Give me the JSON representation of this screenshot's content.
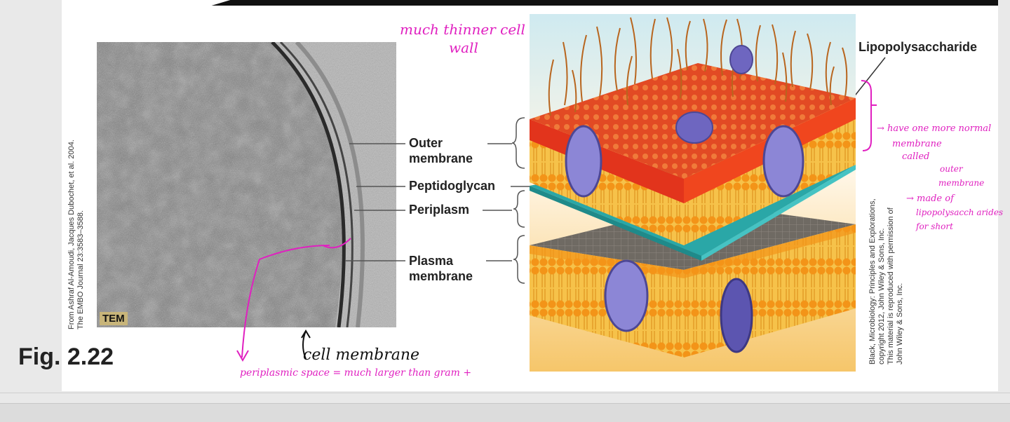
{
  "figure": {
    "fig_label": "Fig. 2.22",
    "tem_badge": "TEM",
    "credit_left_line1": "From Ashraf Al-Amoudi, Jacques Dubochet, et al. 2004.",
    "credit_left_line2": "The EMBO Journal 23:3583–3588.",
    "credit_right_line1": "Black, Microbiology: Principles and Explorations,",
    "credit_right_line2": "copyright 2012, John Wiley & Sons, Inc.",
    "credit_right_line3": "This material is reproduced with permission of",
    "credit_right_line4": "John Wiley & Sons, Inc."
  },
  "labels": {
    "outer_membrane_1": "Outer",
    "outer_membrane_2": "membrane",
    "peptidoglycan": "Peptidoglycan",
    "periplasm": "Periplasm",
    "plasma_membrane_1": "Plasma",
    "plasma_membrane_2": "membrane",
    "lipopolysaccharide": "Lipopolysaccharide"
  },
  "annotations": {
    "top_note_1": "much thinner cell",
    "top_note_2": "wall",
    "right_note_1": "→ have one more normal",
    "right_note_2": "membrane",
    "right_note_3": "called",
    "right_note_4": "outer",
    "right_note_5": "membrane",
    "right_note_6": "→ made of",
    "right_note_7": "lipopolysacch arides",
    "right_note_8": "for short",
    "cell_membrane_note": "cell membrane",
    "periplasmic_note": "periplasmic space = much larger than gram +"
  },
  "colors": {
    "annotation_pink": "#e020c0",
    "lps_red": "#e2341c",
    "lipid_orange": "#f3a020",
    "peptidoglycan_teal": "#3fb3b3",
    "protein_purple": "#7b73c9"
  }
}
